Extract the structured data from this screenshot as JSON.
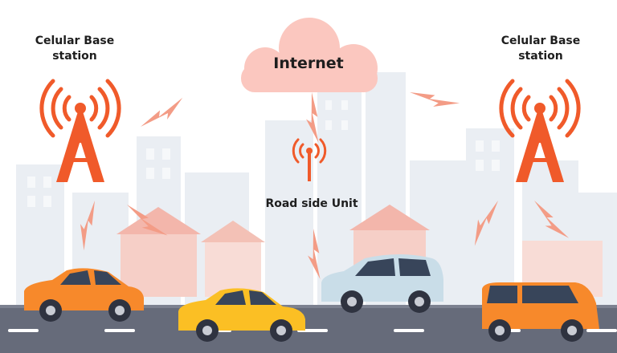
{
  "labels": {
    "base_station_left": [
      "Celular Base",
      "station"
    ],
    "base_station_right": [
      "Celular Base",
      "station"
    ],
    "internet": "Internet",
    "road_side_unit": "Road side Unit"
  },
  "colors": {
    "accent": "#f05a2a",
    "signal": "#f39c86",
    "cloud": "#fbc7bf",
    "road": "#666b7a",
    "building": "#dde3ea",
    "car_orange": "#f7892b",
    "car_yellow": "#fbbf24",
    "car_blue": "#c9dde8"
  },
  "nodes": [
    {
      "id": "base-station-left",
      "icon": "cell-tower-icon"
    },
    {
      "id": "base-station-right",
      "icon": "cell-tower-icon"
    },
    {
      "id": "internet",
      "icon": "cloud-icon"
    },
    {
      "id": "road-side-unit",
      "icon": "antenna-icon"
    },
    {
      "id": "car-orange-left",
      "icon": "car-icon"
    },
    {
      "id": "car-yellow",
      "icon": "car-icon"
    },
    {
      "id": "car-blue",
      "icon": "car-icon"
    },
    {
      "id": "car-orange-right",
      "icon": "car-icon"
    }
  ]
}
